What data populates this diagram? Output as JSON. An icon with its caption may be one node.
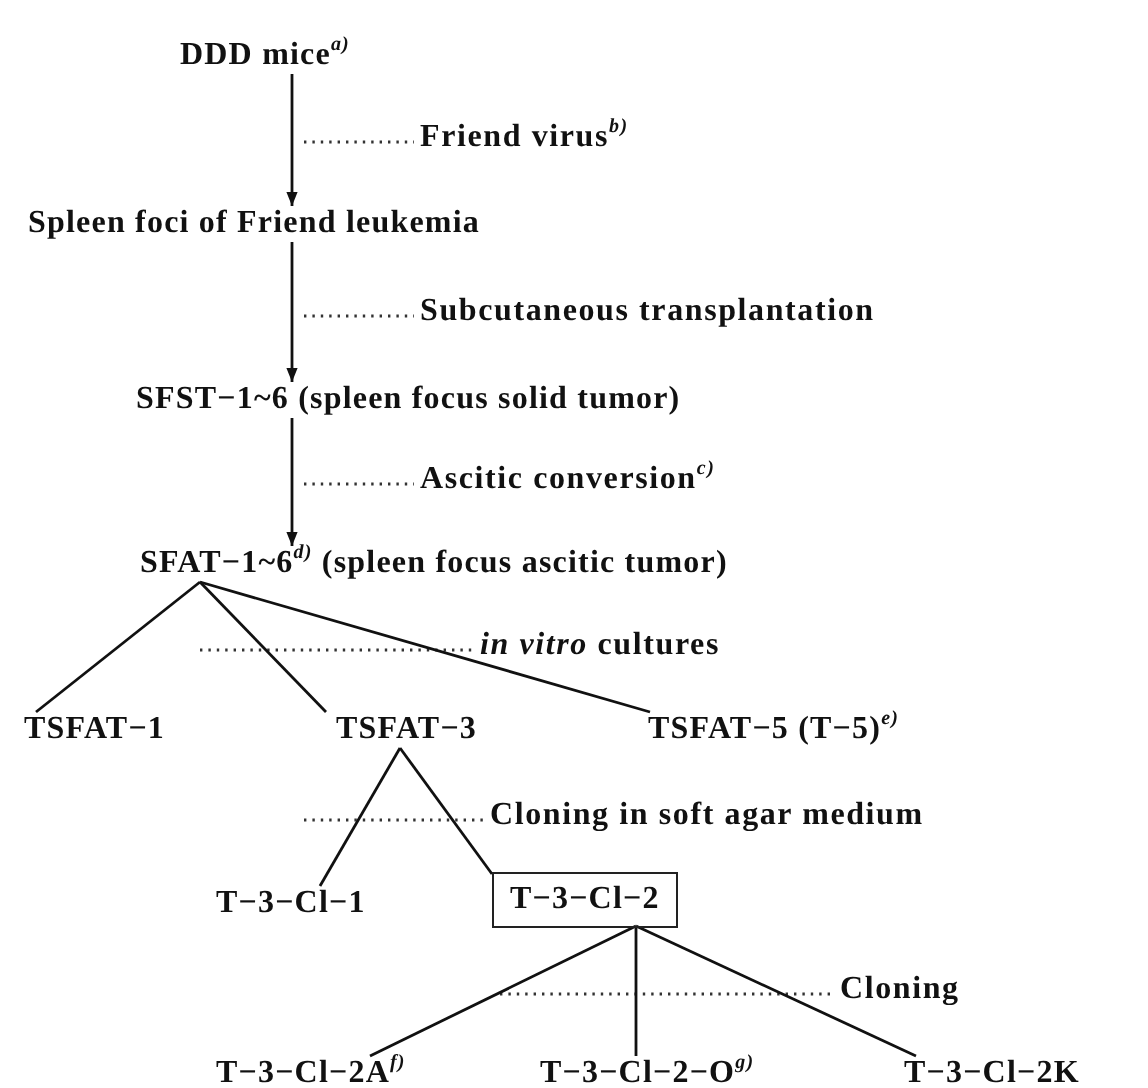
{
  "diagram": {
    "nodes": [
      {
        "text": [
          "DDD mice$^{a)}$"
        ]
      },
      {
        "text": [
          "Spleen foci of Friend leukemia"
        ]
      },
      {
        "text": [
          "SFST−1~6 (spleen focus solid tumor)"
        ]
      },
      {
        "text": [
          "SFAT−1~6$^{d)}$ (spleen focus ascitic tumor)"
        ]
      },
      {
        "text": [
          "TSFAT−1"
        ]
      },
      {
        "text": [
          "TSFAT−3"
        ]
      },
      {
        "text": [
          "TSFAT−5 (T−5)$^{e)}$"
        ]
      },
      {
        "text": [
          "T−3−Cl−1"
        ]
      },
      {
        "text": [
          "T−3−Cl−2"
        ]
      },
      {
        "text": [
          "T−3−Cl−2A$^{f)}$"
        ]
      },
      {
        "text": [
          "T−3−Cl−2−O$^{g)}$"
        ]
      },
      {
        "text": [
          "T−3−Cl−2K"
        ]
      }
    ],
    "edges": [
      {
        "from": 0,
        "to": 1,
        "arrow": "to"
      },
      {
        "from": 1,
        "to": 2,
        "arrow": "to"
      },
      {
        "from": 2,
        "to": 3,
        "arrow": "to"
      },
      {
        "from": 3,
        "to": 4,
        "arrow": "none"
      },
      {
        "from": 3,
        "to": 5,
        "arrow": "none"
      },
      {
        "from": 3,
        "to": 6,
        "arrow": "none"
      },
      {
        "from": 5,
        "to": 7,
        "arrow": "none"
      },
      {
        "from": 5,
        "to": 8,
        "arrow": "none"
      },
      {
        "from": 8,
        "to": 9,
        "arrow": "none"
      },
      {
        "from": 8,
        "to": 10,
        "arrow": "none"
      },
      {
        "from": 8,
        "to": 11,
        "arrow": "none"
      }
    ],
    "labels": [
      "Friend virus$^{b)}$",
      "Subcutaneous transplantation",
      "Ascitic conversion$^{c)}$",
      "*in vitro* cultures",
      "Cloning in soft agar medium",
      "Cloning"
    ]
  }
}
